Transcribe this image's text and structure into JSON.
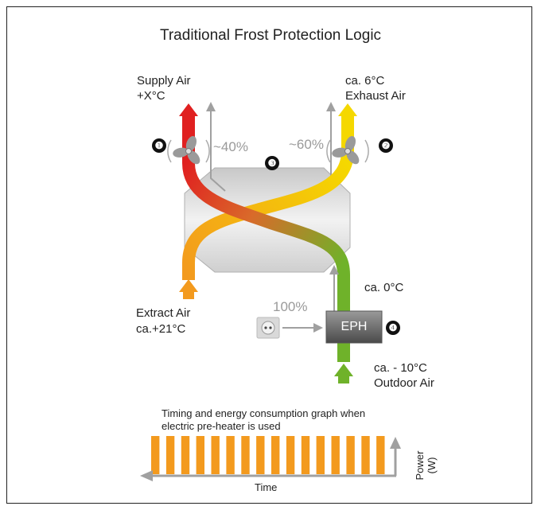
{
  "title": "Traditional Frost Protection Logic",
  "labels": {
    "supply_air": "Supply Air",
    "supply_temp": "+X°C",
    "exhaust_temp": "ca. 6°C",
    "exhaust_air": "Exhaust Air",
    "extract_air": "Extract Air",
    "extract_temp": "ca.+21°C",
    "mid_temp": "ca. 0°C",
    "outdoor_temp": "ca. - 10°C",
    "outdoor_air": "Outdoor Air",
    "pct_40": "~40%",
    "pct_60": "~60%",
    "pct_100": "100%",
    "eph": "EPH"
  },
  "badges": [
    "❶",
    "❷",
    "❸",
    "❹"
  ],
  "graph": {
    "caption_line1": "Timing and energy consumption graph when",
    "caption_line2": "electric pre-heater is used",
    "x_label": "Time",
    "y_label_line1": "Power",
    "y_label_line2": "(W)",
    "pulse_count": 16,
    "pulse_color": "#f39a1e"
  },
  "colors": {
    "supply": "#e02020",
    "exhaust": "#f5d800",
    "extract": "#f39a1e",
    "outdoor": "#6fb22a",
    "arrow_gray": "#a0a0a0"
  },
  "icons": [
    "fan-icon",
    "fan-icon",
    "power-socket-icon"
  ]
}
